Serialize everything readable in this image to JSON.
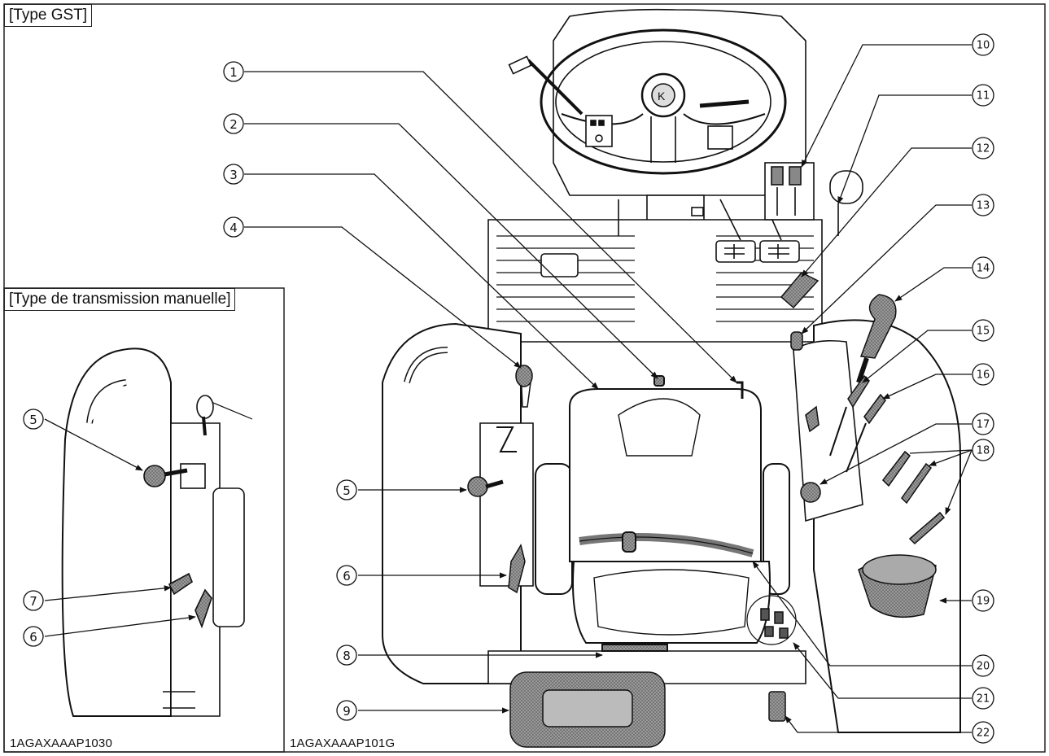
{
  "headings": {
    "main": "[Type GST]",
    "inset": "[Type de transmission manuelle]"
  },
  "codes": {
    "inset": "1AGAXAAAP1030",
    "main": "1AGAXAAAP101G"
  },
  "callouts": [
    {
      "id": "1",
      "label": "1"
    },
    {
      "id": "2",
      "label": "2"
    },
    {
      "id": "3",
      "label": "3"
    },
    {
      "id": "4",
      "label": "4"
    },
    {
      "id": "5",
      "label": "5"
    },
    {
      "id": "6",
      "label": "6"
    },
    {
      "id": "8",
      "label": "8"
    },
    {
      "id": "9",
      "label": "9"
    },
    {
      "id": "10",
      "label": "10"
    },
    {
      "id": "11",
      "label": "11"
    },
    {
      "id": "12",
      "label": "12"
    },
    {
      "id": "13",
      "label": "13"
    },
    {
      "id": "14",
      "label": "14"
    },
    {
      "id": "15",
      "label": "15"
    },
    {
      "id": "16",
      "label": "16"
    },
    {
      "id": "17",
      "label": "17"
    },
    {
      "id": "18",
      "label": "18"
    },
    {
      "id": "19",
      "label": "19"
    },
    {
      "id": "20",
      "label": "20"
    },
    {
      "id": "21",
      "label": "21"
    },
    {
      "id": "22",
      "label": "22"
    }
  ],
  "inset_callouts": [
    {
      "id": "i5",
      "label": "5"
    },
    {
      "id": "i7",
      "label": "7"
    },
    {
      "id": "i6",
      "label": "6"
    }
  ],
  "colors": {
    "line": "#111111",
    "fill_dark": "#7a7a7a",
    "fill_mid": "#b5b5b5",
    "paper": "#ffffff"
  }
}
